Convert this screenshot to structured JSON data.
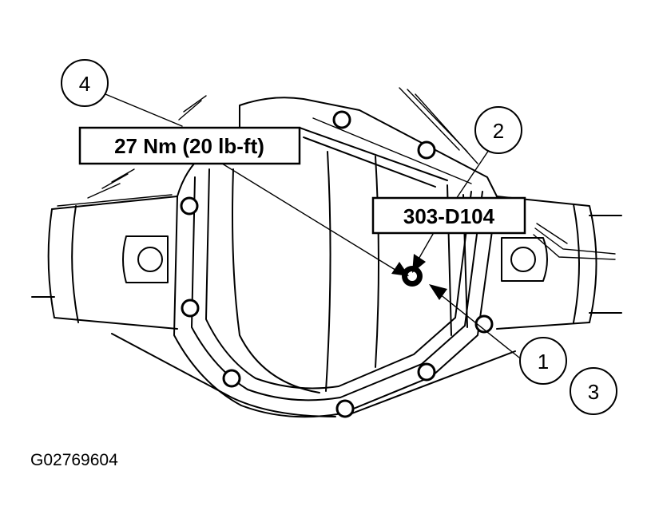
{
  "callouts": {
    "c1": "1",
    "c2": "2",
    "c3": "3",
    "c4": "4"
  },
  "labels": {
    "torque": "27 Nm (20 lb-ft)",
    "tool": "303-D104"
  },
  "figure_id": "G02769604"
}
